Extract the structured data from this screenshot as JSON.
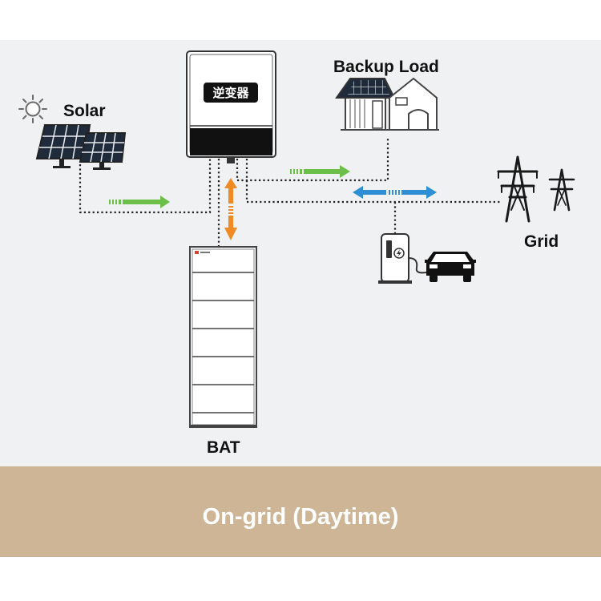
{
  "labels": {
    "solar": "Solar",
    "backup_load": "Backup Load",
    "grid": "Grid",
    "battery": "BAT",
    "inverter": "逆变器"
  },
  "banner": {
    "text": "On-grid (Daytime)"
  },
  "colors": {
    "background": "#eff1f3",
    "banner": "#cdb596",
    "solar_flow": "#6cc04a",
    "grid_flow": "#2e8fd6",
    "battery_flow": "#f08a24"
  },
  "icons": [
    "sun-icon",
    "solar-panel-icon",
    "house-icon",
    "power-tower-icon",
    "ev-charger-icon",
    "car-icon",
    "battery-icon",
    "inverter-icon"
  ]
}
